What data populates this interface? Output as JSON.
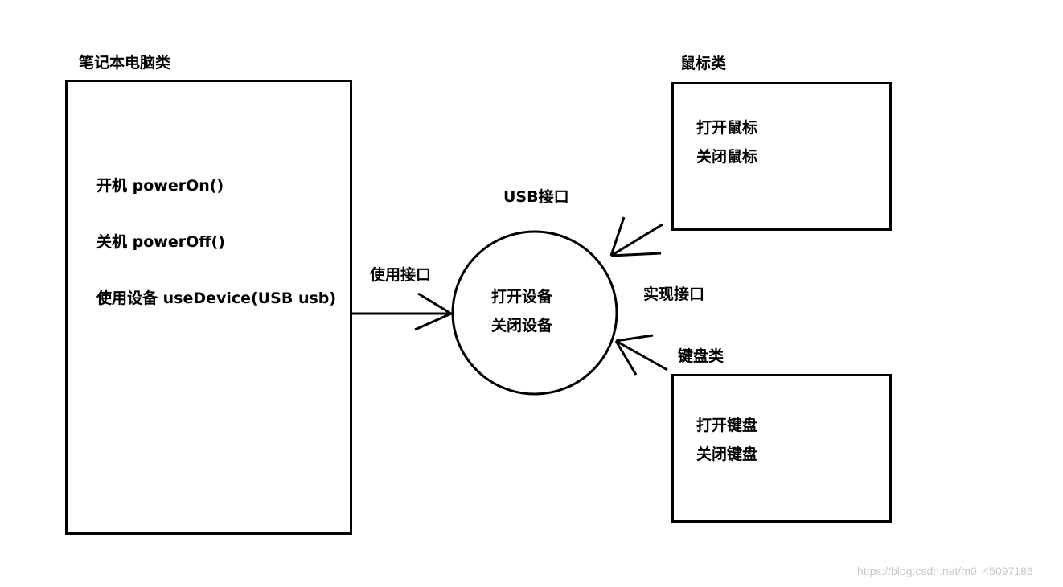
{
  "laptop": {
    "title": "笔记本电脑类",
    "methods": {
      "power_on": "开机 powerOn()",
      "power_off": "关机 powerOff()",
      "use_device_prefix": "使用设备 useDevice",
      "use_device_param": "(USB usb)"
    }
  },
  "usb_interface": {
    "title": "USB接口",
    "methods": [
      "打开设备",
      "关闭设备"
    ]
  },
  "mouse": {
    "title": "鼠标类",
    "methods": [
      "打开鼠标",
      "关闭鼠标"
    ]
  },
  "keyboard": {
    "title": "键盘类",
    "methods": [
      "打开键盘",
      "关闭键盘"
    ]
  },
  "edges": {
    "use_interface": "使用接口",
    "implement_interface": "实现接口"
  },
  "watermark": "https://blog.csdn.net/m0_45097186",
  "colors": {
    "stroke": "#000000",
    "underline": "#e02020",
    "watermark": "#c9c9c9"
  }
}
